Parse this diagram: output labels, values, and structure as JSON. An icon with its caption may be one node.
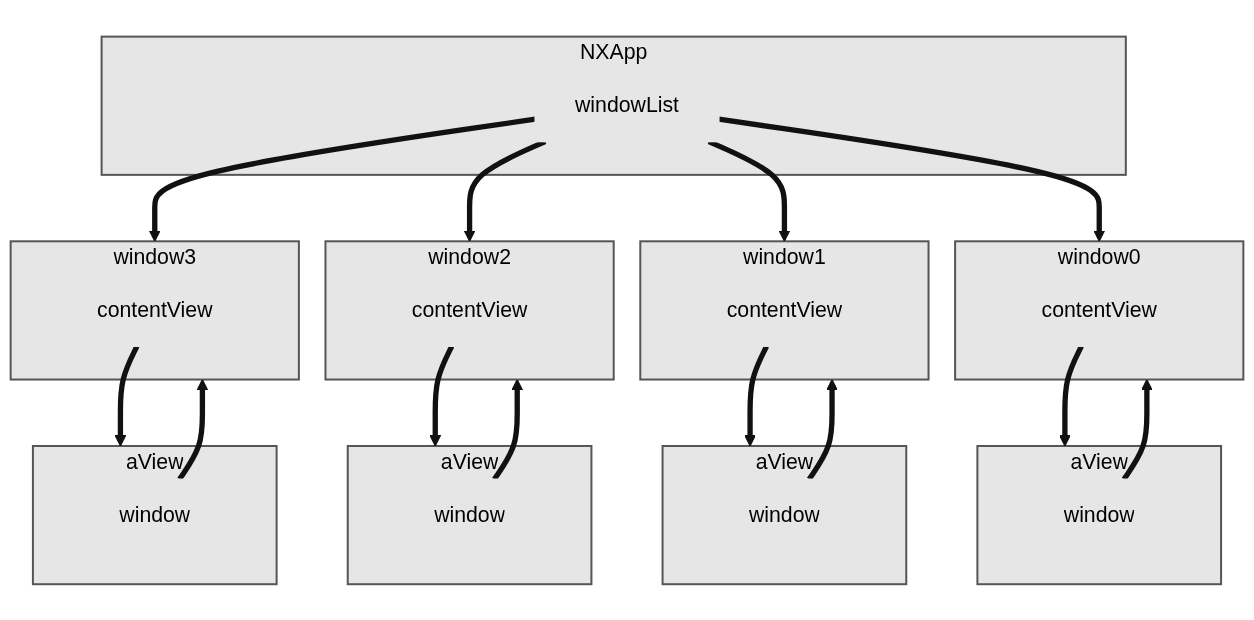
{
  "diagram": {
    "nodes": [
      {
        "text": [
          "NXApp"
        ]
      },
      {
        "text": [
          "windowList"
        ],
        "in": 0
      },
      {
        "text": [
          "window0"
        ]
      },
      {
        "text": [
          "contentView"
        ],
        "in": 2
      },
      {
        "text": [
          "aView"
        ]
      },
      {
        "text": [
          "window"
        ],
        "in": 4
      },
      {
        "text": [
          "window1"
        ]
      },
      {
        "text": [
          "contentView"
        ],
        "in": 6
      },
      {
        "text": [
          "aView"
        ]
      },
      {
        "text": [
          "window"
        ],
        "in": 8
      },
      {
        "text": [
          "window2"
        ]
      },
      {
        "text": [
          "contentView"
        ],
        "in": 10
      },
      {
        "text": [
          "aView"
        ]
      },
      {
        "text": [
          "window"
        ],
        "in": 12
      },
      {
        "text": [
          "window3"
        ]
      },
      {
        "text": [
          "contentView"
        ],
        "in": 14
      },
      {
        "text": [
          "aView"
        ]
      },
      {
        "text": [
          "window"
        ],
        "in": 16
      }
    ],
    "edges": [
      {
        "from": 1,
        "to": 2,
        "arrow": "to"
      },
      {
        "from": 1,
        "to": 6,
        "arrow": "to"
      },
      {
        "from": 1,
        "to": 10,
        "arrow": "to"
      },
      {
        "from": 1,
        "to": 14,
        "arrow": "to"
      },
      {
        "from": 3,
        "to": 4,
        "arrow": "to"
      },
      {
        "from": 5,
        "to": 2,
        "arrow": "to"
      },
      {
        "from": 7,
        "to": 8,
        "arrow": "to"
      },
      {
        "from": 9,
        "to": 6,
        "arrow": "to"
      },
      {
        "from": 11,
        "to": 12,
        "arrow": "to"
      },
      {
        "from": 13,
        "to": 10,
        "arrow": "to"
      },
      {
        "from": 15,
        "to": 16,
        "arrow": "to"
      },
      {
        "from": 17,
        "to": 14,
        "arrow": "to"
      }
    ]
  }
}
